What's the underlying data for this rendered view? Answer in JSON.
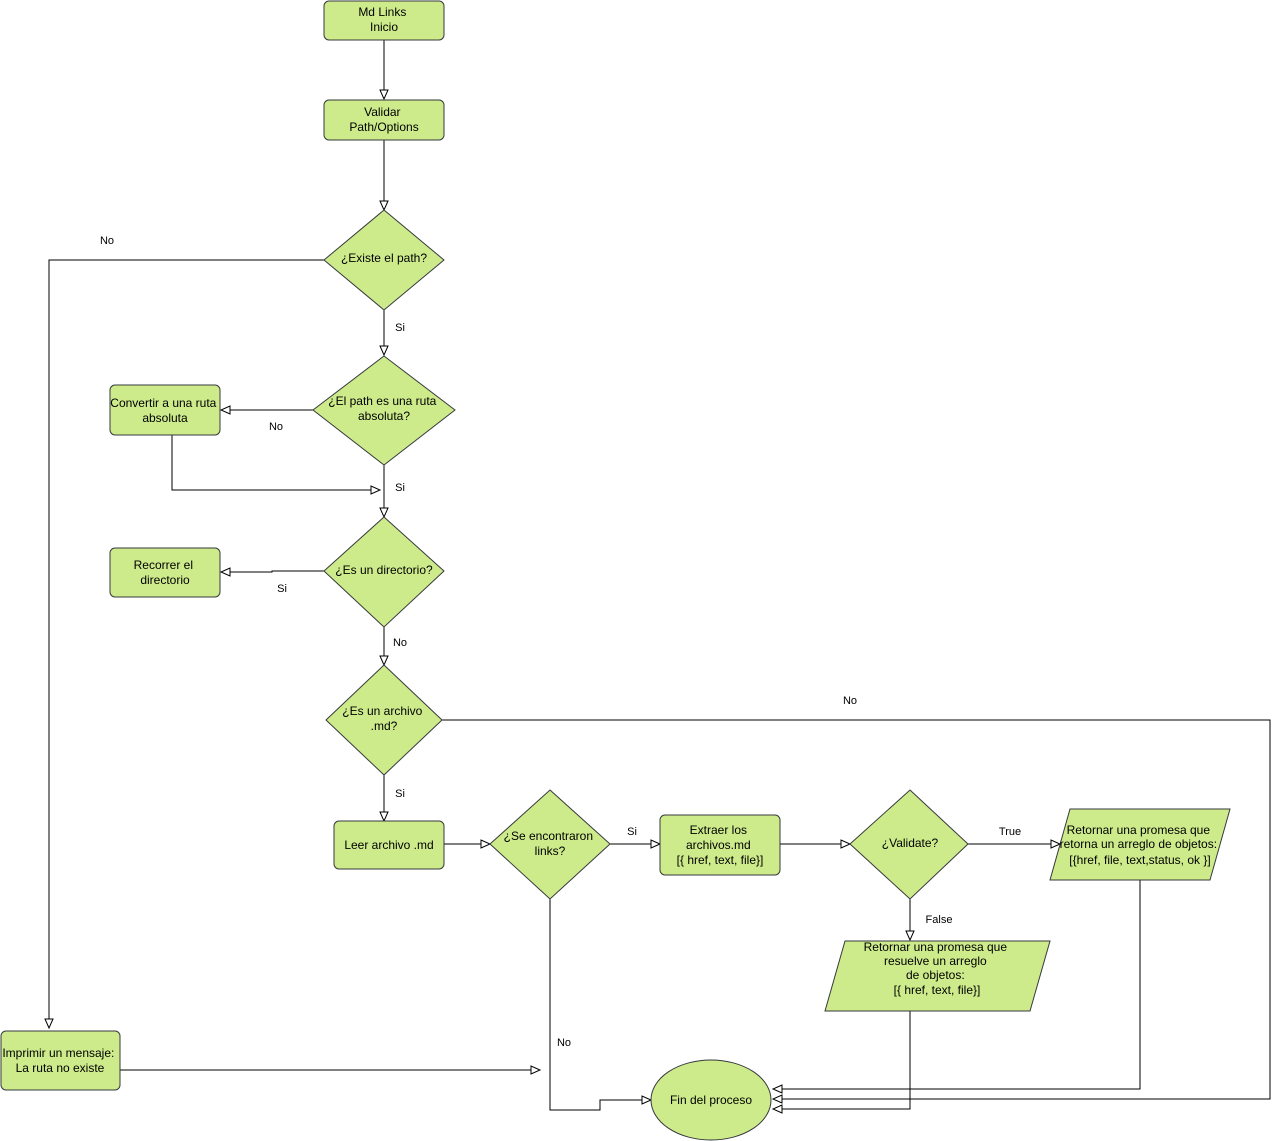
{
  "nodes": {
    "inicio": [
      "Md Links",
      "Inicio"
    ],
    "validar": [
      "Validar",
      "Path/Options"
    ],
    "existe": [
      "¿Existe el path?"
    ],
    "absoluta_q": [
      "¿El path es una ruta",
      "absoluta?"
    ],
    "convertir": [
      "Convertir a una ruta",
      "absoluta"
    ],
    "directorio_q": [
      "¿Es un directorio?"
    ],
    "recorrer": [
      "Recorrer el",
      "directorio"
    ],
    "archivo_q": [
      "¿Es un archivo",
      ".md?"
    ],
    "leer": [
      "Leer archivo .md"
    ],
    "links_q": [
      "¿Se encontraron",
      "links?"
    ],
    "extraer": [
      "Extraer los",
      "archivos.md",
      "[{ href, text, file}]"
    ],
    "validate_q": [
      "¿Validate?"
    ],
    "retornar_true": [
      "Retornar una promesa que",
      "retorna un arreglo de objetos:",
      "[{href, file, text,status, ok }]"
    ],
    "retornar_false": [
      "Retornar una promesa que",
      "resuelve un arreglo",
      "de objetos:",
      "[{ href, text, file}]"
    ],
    "imprimir": [
      "Imprimir un mensaje:",
      "La ruta no existe"
    ],
    "fin": [
      "Fin del proceso"
    ]
  },
  "edge_labels": {
    "existe_no": "No",
    "existe_si": "Si",
    "absoluta_no": "No",
    "absoluta_si": "Si",
    "directorio_si": "Si",
    "directorio_no": "No",
    "archivo_no": "No",
    "archivo_si": "Si",
    "links_si": "Si",
    "links_no": "No",
    "validate_true": "True",
    "validate_false": "False"
  },
  "colors": {
    "node_fill": "#cdeb8b",
    "node_stroke": "#36393d",
    "edge": "#000000"
  }
}
